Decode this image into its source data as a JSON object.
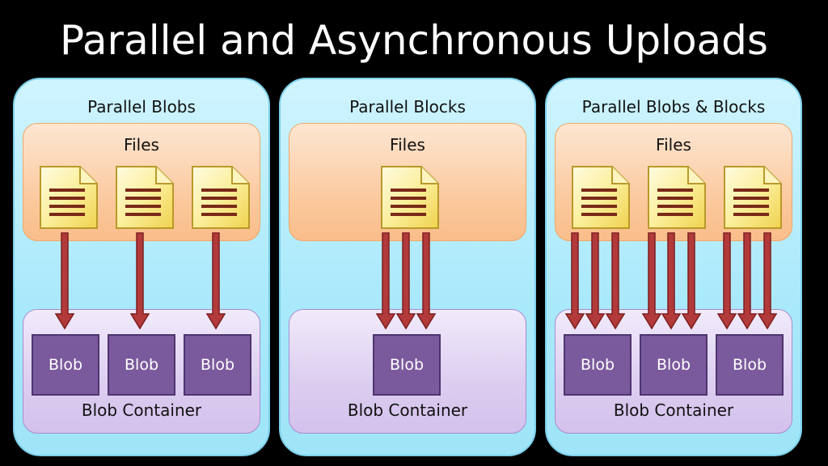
{
  "title": "Parallel and Asynchronous Uploads",
  "colors": {
    "panel_fill": "#b4ecfc",
    "files_fill": "#fbc79a",
    "container_fill": "#dccdf0",
    "blob_fill": "#7a5a9c",
    "arrow_fill": "#b23a3a"
  },
  "panels": [
    {
      "title": "Parallel Blobs",
      "files_label": "Files",
      "blobs": [
        "Blob",
        "Blob",
        "Blob"
      ],
      "container_label": "Blob Container"
    },
    {
      "title": "Parallel Blocks",
      "files_label": "Files",
      "blobs": [
        "Blob"
      ],
      "container_label": "Blob Container"
    },
    {
      "title": "Parallel Blobs & Blocks",
      "files_label": "Files",
      "blobs": [
        "Blob",
        "Blob",
        "Blob"
      ],
      "container_label": "Blob Container"
    }
  ]
}
